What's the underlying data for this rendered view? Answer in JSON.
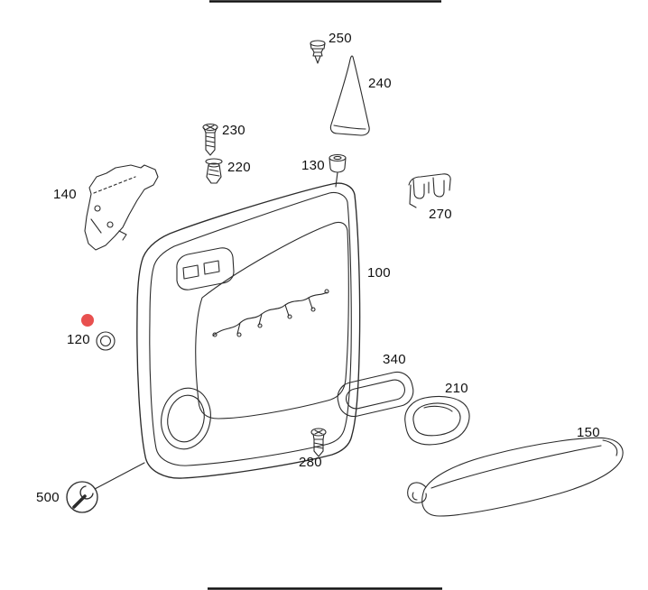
{
  "diagram": {
    "kind": "exploded-parts-diagram",
    "parts": [
      {
        "label": "250"
      },
      {
        "label": "240"
      },
      {
        "label": "230"
      },
      {
        "label": "220"
      },
      {
        "label": "130"
      },
      {
        "label": "270"
      },
      {
        "label": "140"
      },
      {
        "label": "100"
      },
      {
        "label": "120"
      },
      {
        "label": "340"
      },
      {
        "label": "210"
      },
      {
        "label": "280"
      },
      {
        "label": "150"
      },
      {
        "label": "500"
      }
    ],
    "highlight_dot": {
      "color": "#e8504f",
      "near_part": "120"
    },
    "colors": {
      "line": "#2b2b2b",
      "background": "#ffffff"
    },
    "icons": {
      "tool_badge": "wrench-icon"
    }
  }
}
